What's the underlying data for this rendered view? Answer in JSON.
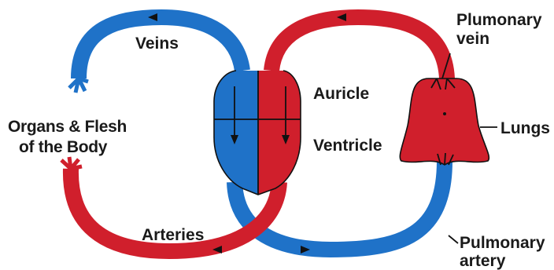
{
  "diagram": {
    "labels": {
      "veins": "Veins",
      "organs_line1": "Organs & Flesh",
      "organs_line2": "of the Body",
      "arteries": "Arteries",
      "auricle": "Auricle",
      "ventricle": "Ventricle",
      "pulmonary_vein_line1": "Plumonary",
      "pulmonary_vein_line2": "vein",
      "lungs": "Lungs",
      "pulmonary_artery_line1": "Pulmonary",
      "pulmonary_artery_line2": "artery"
    },
    "colors": {
      "oxygenated": "#d01f2c",
      "deoxygenated": "#1f72c8"
    }
  }
}
